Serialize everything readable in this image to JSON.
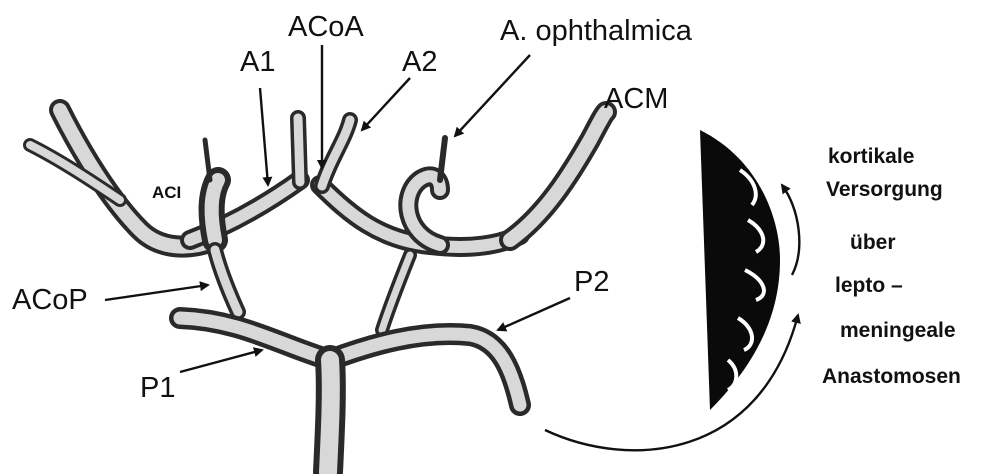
{
  "labels": {
    "acoa": "ACoA",
    "a1": "A1",
    "a2": "A2",
    "ophthalmica": "A. ophthalmica",
    "acm": "ACM",
    "aci": "ACI",
    "acop": "ACoP",
    "p1": "P1",
    "p2": "P2"
  },
  "side_text": [
    "kortikale",
    "Versorgung",
    "über",
    "lepto –",
    "meningeale",
    "Anastomosen"
  ],
  "colors": {
    "ink": "#111111",
    "vessel_edge": "#2a2a2a",
    "vessel_fill": "#d8d8d8",
    "cortex": "#0a0a0a"
  }
}
